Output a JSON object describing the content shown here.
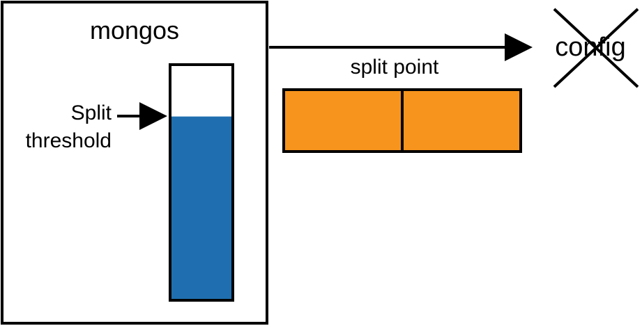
{
  "mongos": {
    "label": "mongos"
  },
  "threshold": {
    "line1": "Split",
    "line2": "threshold",
    "fill_fraction": 0.78
  },
  "split_point": {
    "label": "split point"
  },
  "config": {
    "label": "config",
    "crossed_out": true
  },
  "colors": {
    "gauge_fill": "#1f6fb0",
    "chunk_fill": "#f7941d",
    "stroke": "#000000",
    "background": "#ffffff"
  }
}
